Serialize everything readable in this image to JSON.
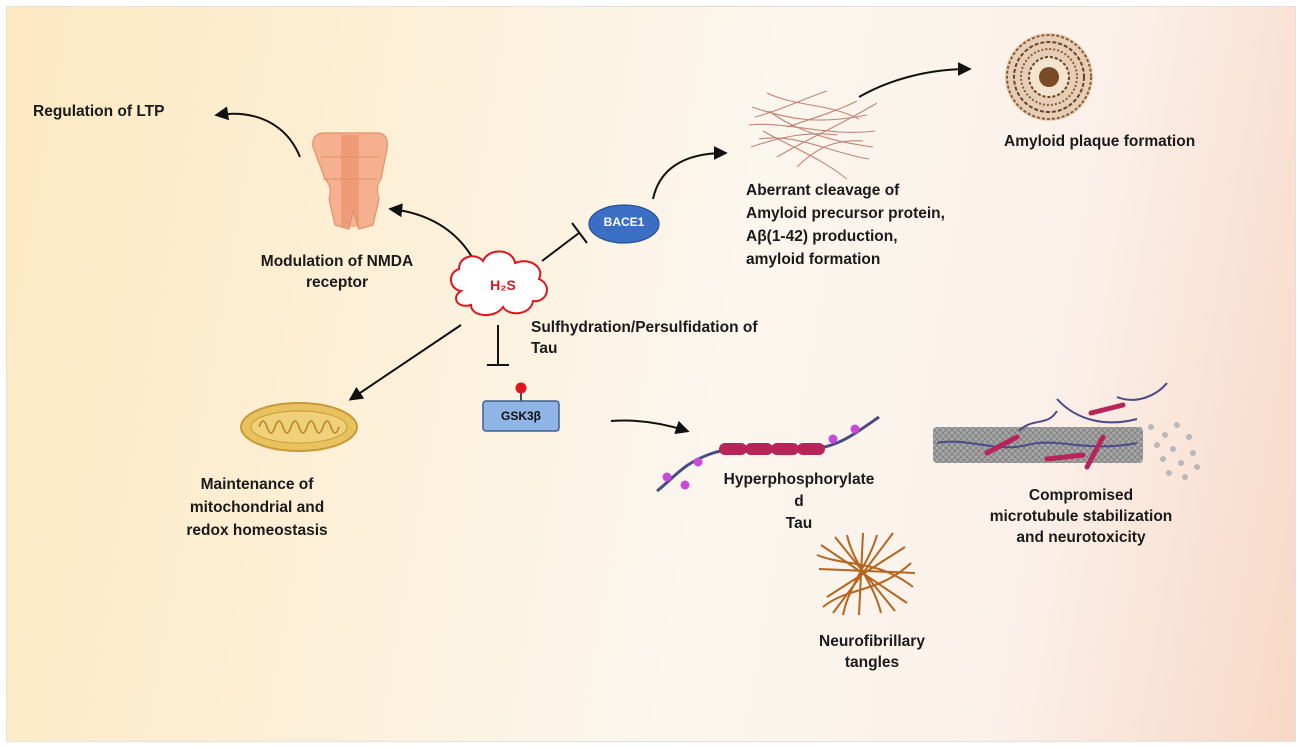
{
  "labels": {
    "ltp": "Regulation of LTP",
    "nmda_1": "Modulation of NMDA",
    "nmda_2": "receptor",
    "h2s": "H₂S",
    "bace1": "BACE1",
    "aberrant_1": "Aberrant cleavage of",
    "aberrant_2": "Amyloid precursor protein,",
    "aberrant_3": "Aβ(1-42) production,",
    "aberrant_4": "amyloid formation",
    "plaque": "Amyloid plaque formation",
    "sulf_1": "Sulfhydration/Persulfidation of",
    "sulf_2": "Tau",
    "gsk": "GSK3β",
    "mito_1": "Maintenance of",
    "mito_2": "mitochondrial and",
    "mito_3": "redox homeostasis",
    "hyper_1": "Hyperphosphorylate",
    "hyper_2": "d",
    "hyper_3": "Tau",
    "micro_1": "Compromised",
    "micro_2": "microtubule stabilization",
    "micro_3": "and neurotoxicity",
    "nft_1": "Neurofibrillary",
    "nft_2": "tangles"
  },
  "colors": {
    "h2s": "#e0141c",
    "bace1": "#3a6fc4",
    "gsk": "#8fb4e6",
    "phospho": "#e0141c",
    "tau_beads": "#b8245a",
    "phospho_sites": "#c94ad6",
    "mitochondrion": "#e8c25e",
    "nmda": "#f2a07b",
    "fibrils": "#b55a45"
  },
  "icons": [
    "nmda-receptor-icon",
    "mitochondrion-icon",
    "amyloid-fibrils-icon",
    "amyloid-plaque-icon",
    "tau-chain-icon",
    "microtubule-icon",
    "neurofibrillary-tangle-icon"
  ]
}
